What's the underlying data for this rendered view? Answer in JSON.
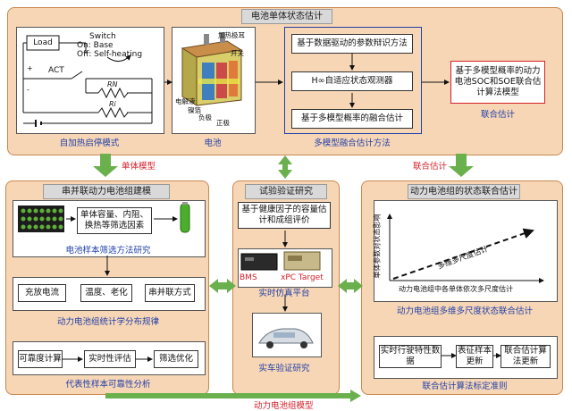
{
  "top": {
    "title": "电池单体状态估计",
    "circuit_caption": "自加热启停模式",
    "battery_caption": "电池",
    "methods_caption": "多模型融合估计方法",
    "joint_caption": "联合估计",
    "circuit": {
      "load": "Load",
      "switch_line1": "Switch",
      "switch_line2": "On: Base",
      "switch_line3": "Off: Self-heating",
      "act": "ACT",
      "plus": "+",
      "minus": "-",
      "rn": "RN",
      "ri": "Ri"
    },
    "battery_labels": {
      "heat_film": "加热极耳",
      "switch": "开关",
      "electrolyte": "电解液",
      "nickel_foil": "镍箔",
      "negative": "负极",
      "positive": "正极"
    },
    "methods": [
      "基于数据驱动的参数辩识方法",
      "H∞自适应状态观测器",
      "基于多模型概率的融合估计"
    ],
    "joint_box": "基于多模型概率的动力电池SOC和SOE联合估计算法模型"
  },
  "connectors": {
    "single_model": "单体模型",
    "joint_estimation": "联合估计",
    "pack_model": "动力电池组模型"
  },
  "left": {
    "title": "串并联动力电池组建模",
    "screen_box": "单体容量、内阻、换热等筛选因素",
    "screen_caption": "电池样本筛选方法研究",
    "factors": [
      "充放电流",
      "温度、老化",
      "串并联方式"
    ],
    "stats_caption": "动力电池组统计学分布规律",
    "chain": [
      "可靠度计算",
      "实时性评估",
      "筛选优化"
    ],
    "chain_caption": "代表性样本可靠性分析"
  },
  "middle": {
    "title": "试验验证研究",
    "box1": "基于健康因子的容量估计和成组评价",
    "bms": "BMS",
    "xpc": "xPC Target",
    "sim_caption": "实时仿真平台",
    "car_caption": "实车验证研究"
  },
  "right": {
    "title": "动力电池组的状态联合估计",
    "y_axis": "单体参数对状态影响",
    "x_axis": "动力电池组中各单体依次多尺度估计",
    "line_label": "多维多尺度估计",
    "plot_caption": "动力电池组多维多尺度状态联合估计",
    "chain": [
      "实时行驶特性数据",
      "表征样本更新",
      "联合估计算法更新"
    ],
    "chain_caption": "联合估计算法标定准则"
  },
  "colors": {
    "panel_fill": "#f7d6b6",
    "panel_border": "#c9874d",
    "green_arrow": "#6ab04c",
    "caption_blue": "#1f3fa8",
    "caption_red": "#d4202a"
  }
}
